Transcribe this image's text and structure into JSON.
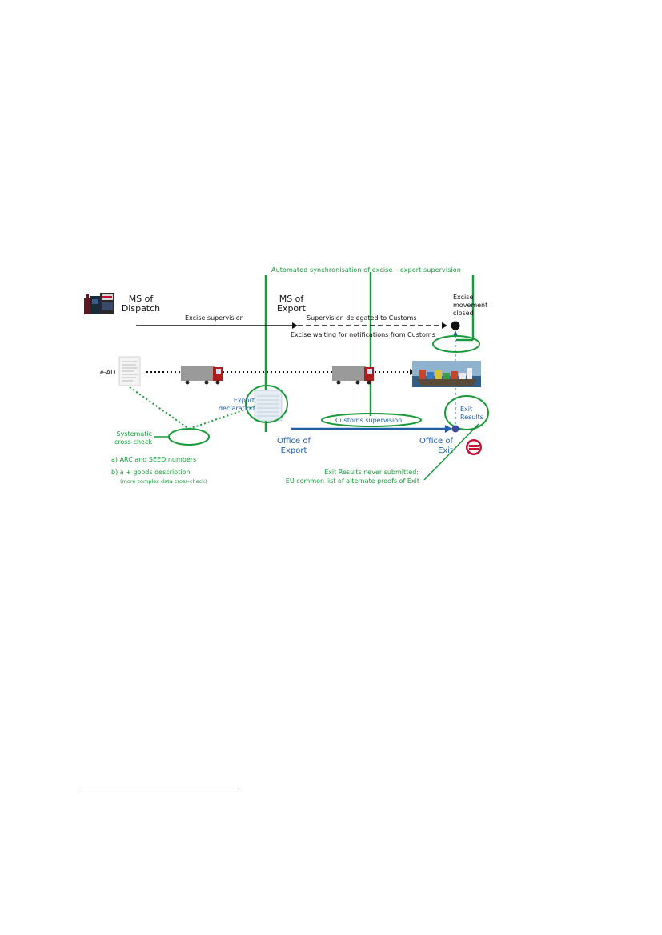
{
  "diagram": {
    "top_label": "Automated synchronisation of excise – export supervision",
    "ms_dispatch": [
      "MS of",
      "Dispatch"
    ],
    "ms_export": [
      "MS of",
      "Export"
    ],
    "excise_supervision": "Excise supervision",
    "supervision_delegated": "Supervision delegated to Customs",
    "excise_waiting": "Excise waiting for notifications from Customs",
    "excise_closed": [
      "Excise",
      "movement",
      "closed"
    ],
    "ead": "e-AD",
    "export_declaration": [
      "Export",
      "declaration"
    ],
    "exit_results": [
      "Exit",
      "Results"
    ],
    "customs_supervision": "Customs supervision",
    "systematic_crosscheck": [
      "Systematic",
      "cross-check"
    ],
    "office_export": [
      "Office of",
      "Export"
    ],
    "office_exit": [
      "Office of",
      "Exit"
    ],
    "crosscheck_a": "a) ARC and SEED numbers",
    "crosscheck_b": "b) a + goods description",
    "crosscheck_b_note": "(more complex data cross-check)",
    "exit_never": "Exit Results never submitted:",
    "eu_common_list": "EU common list of alternate proofs of Exit"
  },
  "colors": {
    "green": "#1a9a3a",
    "blue": "#1f5fa8",
    "black": "#111111"
  }
}
